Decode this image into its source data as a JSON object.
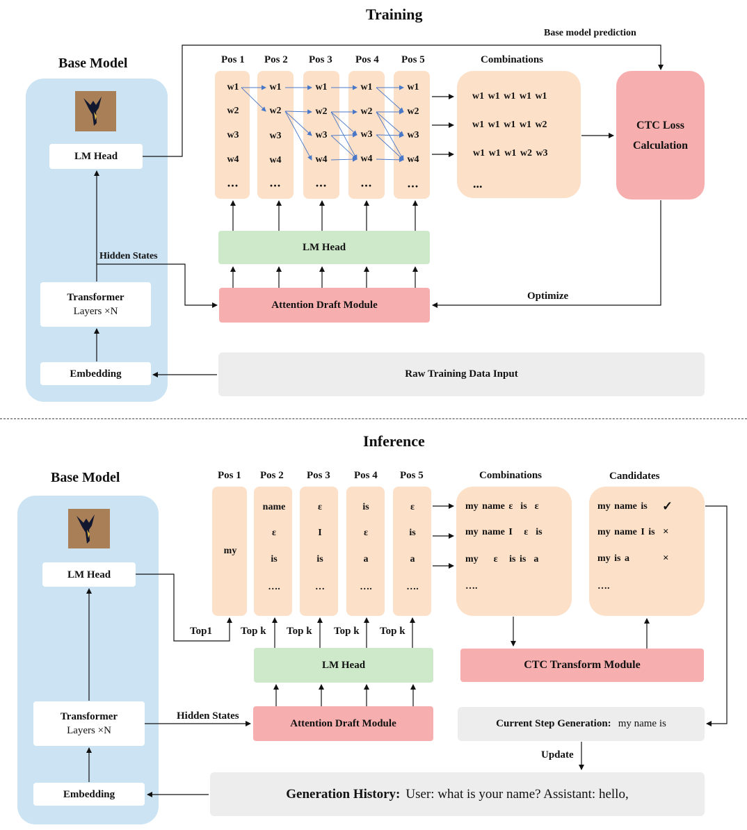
{
  "training": {
    "title": "Training",
    "base_model_title": "Base Model",
    "lm_head": "LM Head",
    "transformer_line1": "Transformer",
    "transformer_line2": "Layers ×N",
    "embedding": "Embedding",
    "hidden_states": "Hidden States",
    "base_model_prediction": "Base model prediction",
    "positions": [
      "Pos 1",
      "Pos 2",
      "Pos 3",
      "Pos 4",
      "Pos 5"
    ],
    "columns": [
      [
        "w1",
        "w2",
        "w3",
        "w4",
        "..."
      ],
      [
        "w1",
        "w2",
        "w3",
        "w4",
        "..."
      ],
      [
        "w1",
        "w2",
        "w3",
        "w4",
        "..."
      ],
      [
        "w1",
        "w2",
        "w3",
        "w4",
        "..."
      ],
      [
        "w1",
        "w2",
        "w3",
        "w4",
        "..."
      ]
    ],
    "combinations_title": "Combinations",
    "combinations": [
      "w1 w1 w1 w1 w1",
      "w1 w1 w1 w1 w2",
      "w1 w1 w1 w2 w3",
      "..."
    ],
    "ctc_loss_line1": "CTC Loss",
    "ctc_loss_line2": "Calculation",
    "draft_lm_head": "LM Head",
    "attention_draft": "Attention Draft Module",
    "optimize": "Optimize",
    "raw_input": "Raw Training Data Input"
  },
  "inference": {
    "title": "Inference",
    "base_model_title": "Base Model",
    "lm_head": "LM Head",
    "transformer_line1": "Transformer",
    "transformer_line2": "Layers ×N",
    "embedding": "Embedding",
    "hidden_states": "Hidden States",
    "positions": [
      "Pos 1",
      "Pos 2",
      "Pos 3",
      "Pos 4",
      "Pos 5"
    ],
    "pos1_value": "my",
    "columns": [
      [
        "name",
        "ε",
        "is",
        "…."
      ],
      [
        "ε",
        "I",
        "is",
        "…"
      ],
      [
        "is",
        "ε",
        "a",
        "…."
      ],
      [
        "ε",
        "is",
        "a",
        "…."
      ]
    ],
    "top_labels": [
      "Top1",
      "Top k",
      "Top k",
      "Top k",
      "Top k"
    ],
    "combinations_title": "Combinations",
    "combinations": [
      "my name ε  is  ε",
      "my name I   ε  is",
      "my    ε   is is  a",
      "…."
    ],
    "candidates_title": "Candidates",
    "candidates": [
      "my name is",
      "my name I is",
      "my is a",
      "…."
    ],
    "candidate_marks": [
      "✓",
      "×",
      "×"
    ],
    "draft_lm_head": "LM Head",
    "ctc_transform": "CTC Transform Module",
    "attention_draft": "Attention Draft Module",
    "current_step_label": "Current Step Generation:",
    "current_step_value": "my name is",
    "update": "Update",
    "history_label": "Generation History:",
    "history_value": "User: what is your name? Assistant: hello,"
  },
  "colors": {
    "base_panel": "#cbe3f3",
    "peach": "#fce0c8",
    "green": "#cde9c9",
    "red": "#f7aeae",
    "grey": "#ededed",
    "arrow_blue": "#4a78c9"
  },
  "icons": [
    "deer-logo-icon"
  ]
}
